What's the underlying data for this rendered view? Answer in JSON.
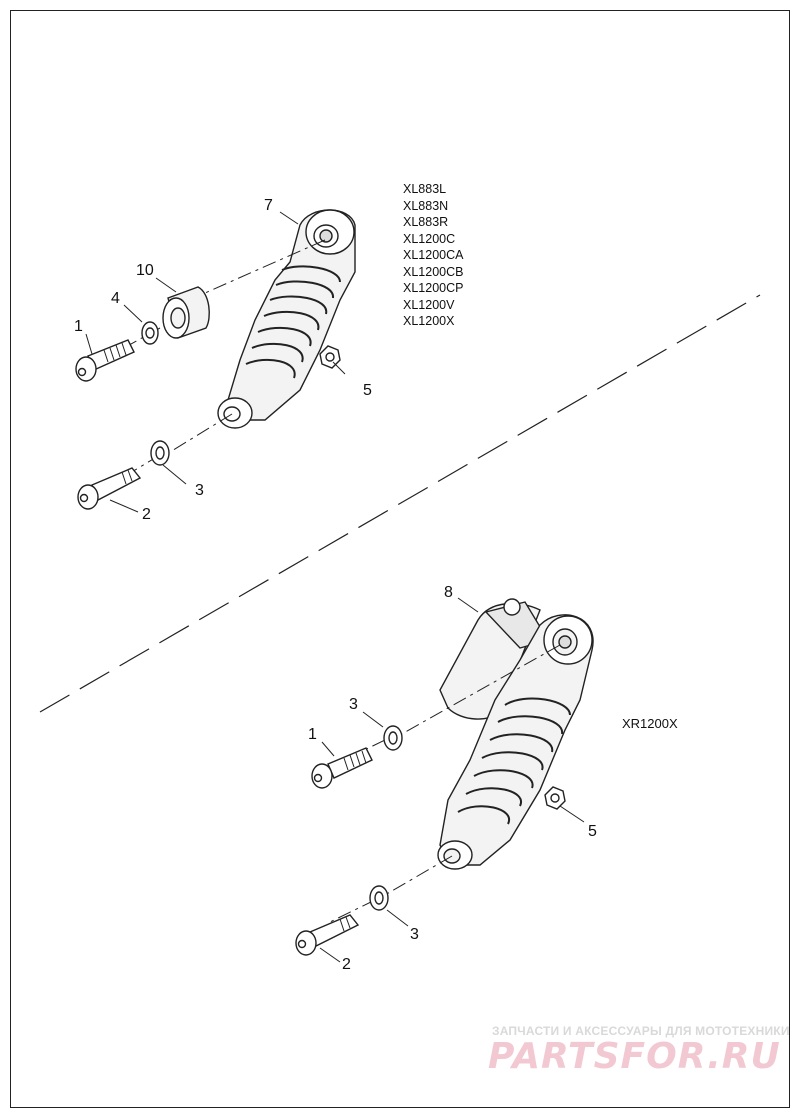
{
  "colors": {
    "line": "#222222",
    "fill": "#ffffff",
    "shade": "#f1f1f1",
    "watermark_gray": "#d9d9d9",
    "watermark_pink": "#f2c9d3"
  },
  "upper_assembly": {
    "models": [
      "XL883L",
      "XL883N",
      "XL883R",
      "XL1200C",
      "XL1200CA",
      "XL1200CB",
      "XL1200CP",
      "XL1200V",
      "XL1200X"
    ],
    "callouts": {
      "c7": "7",
      "c10": "10",
      "c4": "4",
      "c1": "1",
      "c5": "5",
      "c3": "3",
      "c2": "2"
    }
  },
  "lower_assembly": {
    "model": "XR1200X",
    "callouts": {
      "c8": "8",
      "c3a": "3",
      "c1": "1",
      "c5": "5",
      "c3b": "3",
      "c2": "2"
    }
  },
  "watermark": {
    "tagline": "ЗАПЧАСТИ И АКСЕССУАРЫ ДЛЯ МОТОТЕХНИКИ",
    "logo": "PARTSFOR.RU"
  }
}
